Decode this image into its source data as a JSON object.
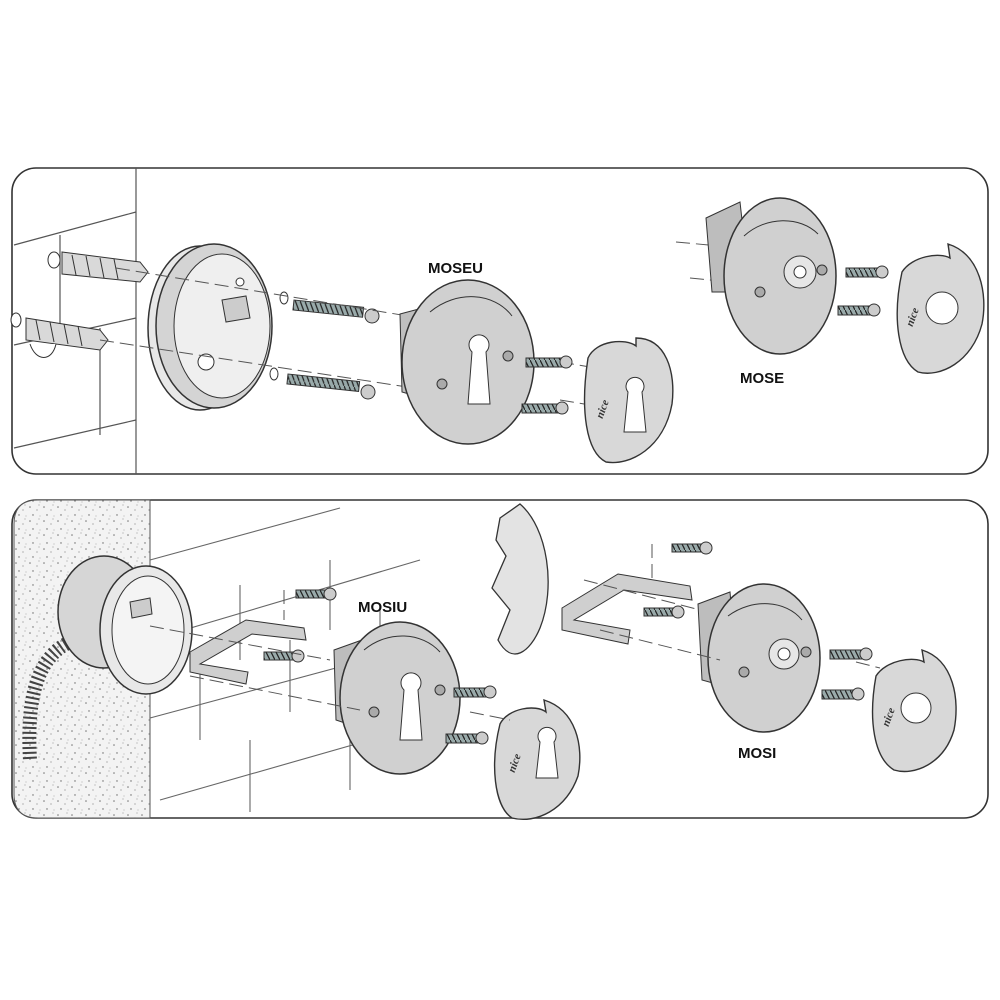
{
  "panels": [
    {
      "id": "top",
      "labels": {
        "moseu": "MOSEU",
        "mose": "MOSE"
      },
      "brand": "nice"
    },
    {
      "id": "bottom",
      "labels": {
        "mosiu": "MOSIU",
        "mosi": "MOSI"
      },
      "brand": "nice"
    }
  ]
}
